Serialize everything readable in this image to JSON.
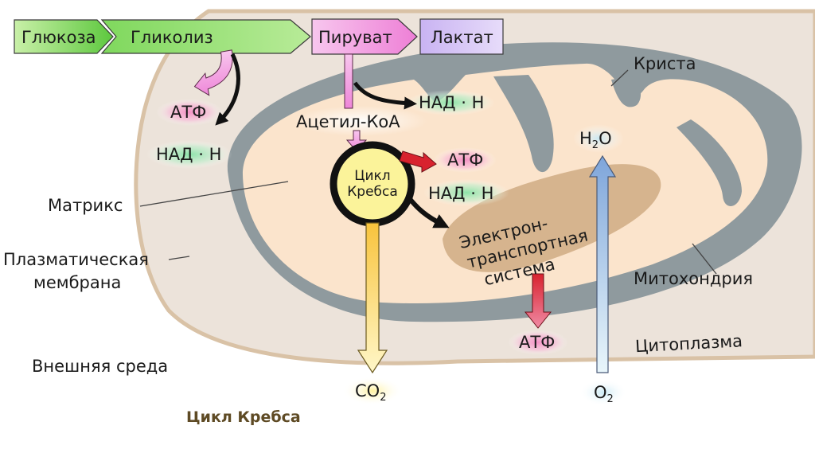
{
  "pathway": {
    "glucose": "Глюкоза",
    "glycolysis": "Гликолиз",
    "pyruvate": "Пируват",
    "lactate": "Лактат"
  },
  "molecules": {
    "atp": "АТФ",
    "nadh": "НАД · Н",
    "acetyl_coa": "Ацетил-КоА",
    "h2o_main": "H",
    "h2o_sub": "2",
    "h2o_tail": "O",
    "co2_main": "CO",
    "co2_sub": "2",
    "o2_main": "O",
    "o2_sub": "2"
  },
  "krebs": {
    "line1": "Цикл",
    "line2": "Кребса"
  },
  "etc": {
    "line1": "Электрон-",
    "line2": "транспортная",
    "line3": "система"
  },
  "structures": {
    "crista": "Криста",
    "matrix": "Матрикс",
    "plasma_membrane_1": "Плазматическая",
    "plasma_membrane_2": "мембрана",
    "mitochondrion": "Митохондрия",
    "cytoplasm": "Цитоплазма",
    "outer_env": "Внешняя среда"
  },
  "caption": "Цикл Кребса",
  "colors": {
    "cytoplasm": "#ece3da",
    "mito_membrane": "#8f9a9e",
    "matrix": "#fbe4cc",
    "etc_band": "#d6b48e",
    "glycolysis_green": "#84d86a",
    "pyruvate_pink": "#f3a6e2",
    "lactate_violet": "#d7c6f5",
    "krebs_yellow": "#fbf39a",
    "atp_glow": "#f7a8cf",
    "nadh_glow": "#a9ecc0",
    "caption": "#5e4a24"
  }
}
